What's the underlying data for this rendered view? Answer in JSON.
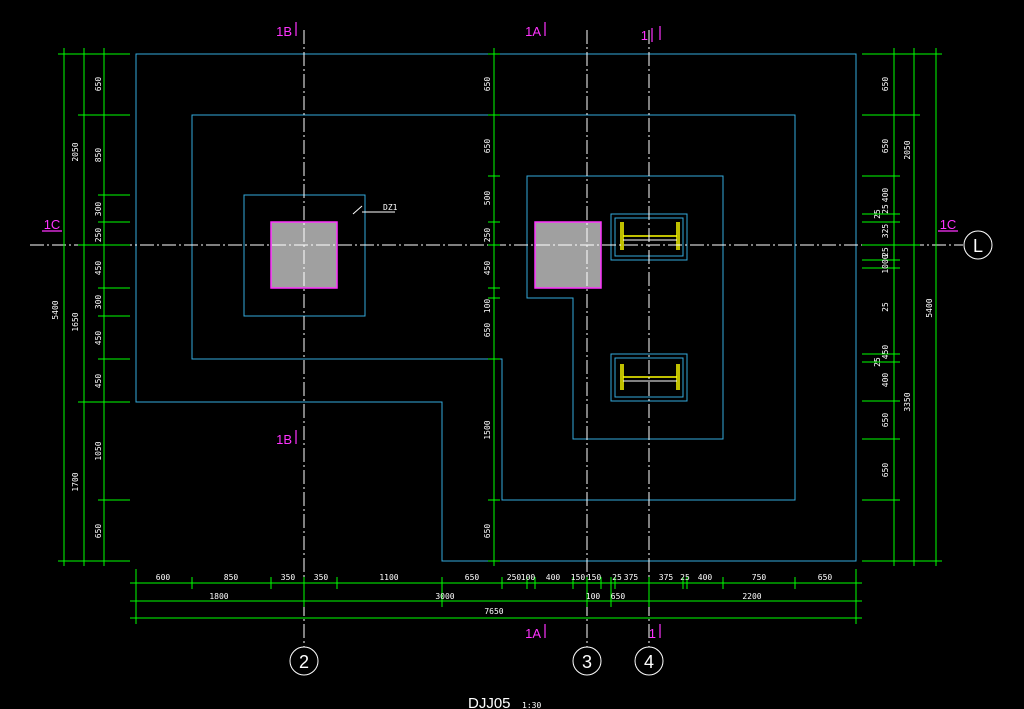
{
  "drawing": {
    "title": "DJJ05",
    "scale": "1:30",
    "label_dz1": "DZ1"
  },
  "axes": {
    "ax2": "2",
    "ax3": "3",
    "ax4": "4",
    "axL": "L"
  },
  "sections": {
    "s1B_top": "1B",
    "s1B_mid": "1B",
    "s1A_top": "1A",
    "s1A_bot": "1A",
    "s1_top": "1",
    "s1_bot": "1",
    "s1C_left": "1C",
    "s1C_right": "1C"
  },
  "dims": {
    "left_outer": [
      "650",
      "850",
      "300",
      "250",
      "450",
      "300",
      "450",
      "450",
      "1050",
      "650"
    ],
    "left_mid": [
      "2050",
      "1650",
      "1700"
    ],
    "left_total": "5400",
    "center_col": [
      "650",
      "650",
      "500",
      "250",
      "450",
      "100",
      "650",
      "1500",
      "650"
    ],
    "right_inner": [
      "650",
      "650",
      "400",
      "25",
      "325",
      "25",
      "1000",
      "25",
      "450",
      "400",
      "650",
      "650"
    ],
    "right_small": [
      "25",
      "25"
    ],
    "right_mid": [
      "2050",
      "3350"
    ],
    "right_total": "5400",
    "bottom_row1": [
      "600",
      "850",
      "350",
      "350",
      "1100",
      "650",
      "250",
      "100",
      "400",
      "150",
      "150",
      "25",
      "375",
      "375",
      "25",
      "400",
      "750",
      "650"
    ],
    "bottom_row2": [
      "1800",
      "3000",
      "100",
      "650",
      "2200"
    ],
    "bottom_total": "7650"
  },
  "colors": {
    "dim_line": "#00ff00",
    "outline": "#33aadd",
    "column_fill": "#a0a0a0",
    "column_edge": "#ff33ff",
    "steel": "#ffff00",
    "axis": "#ffffff",
    "section": "#ff33ff"
  }
}
